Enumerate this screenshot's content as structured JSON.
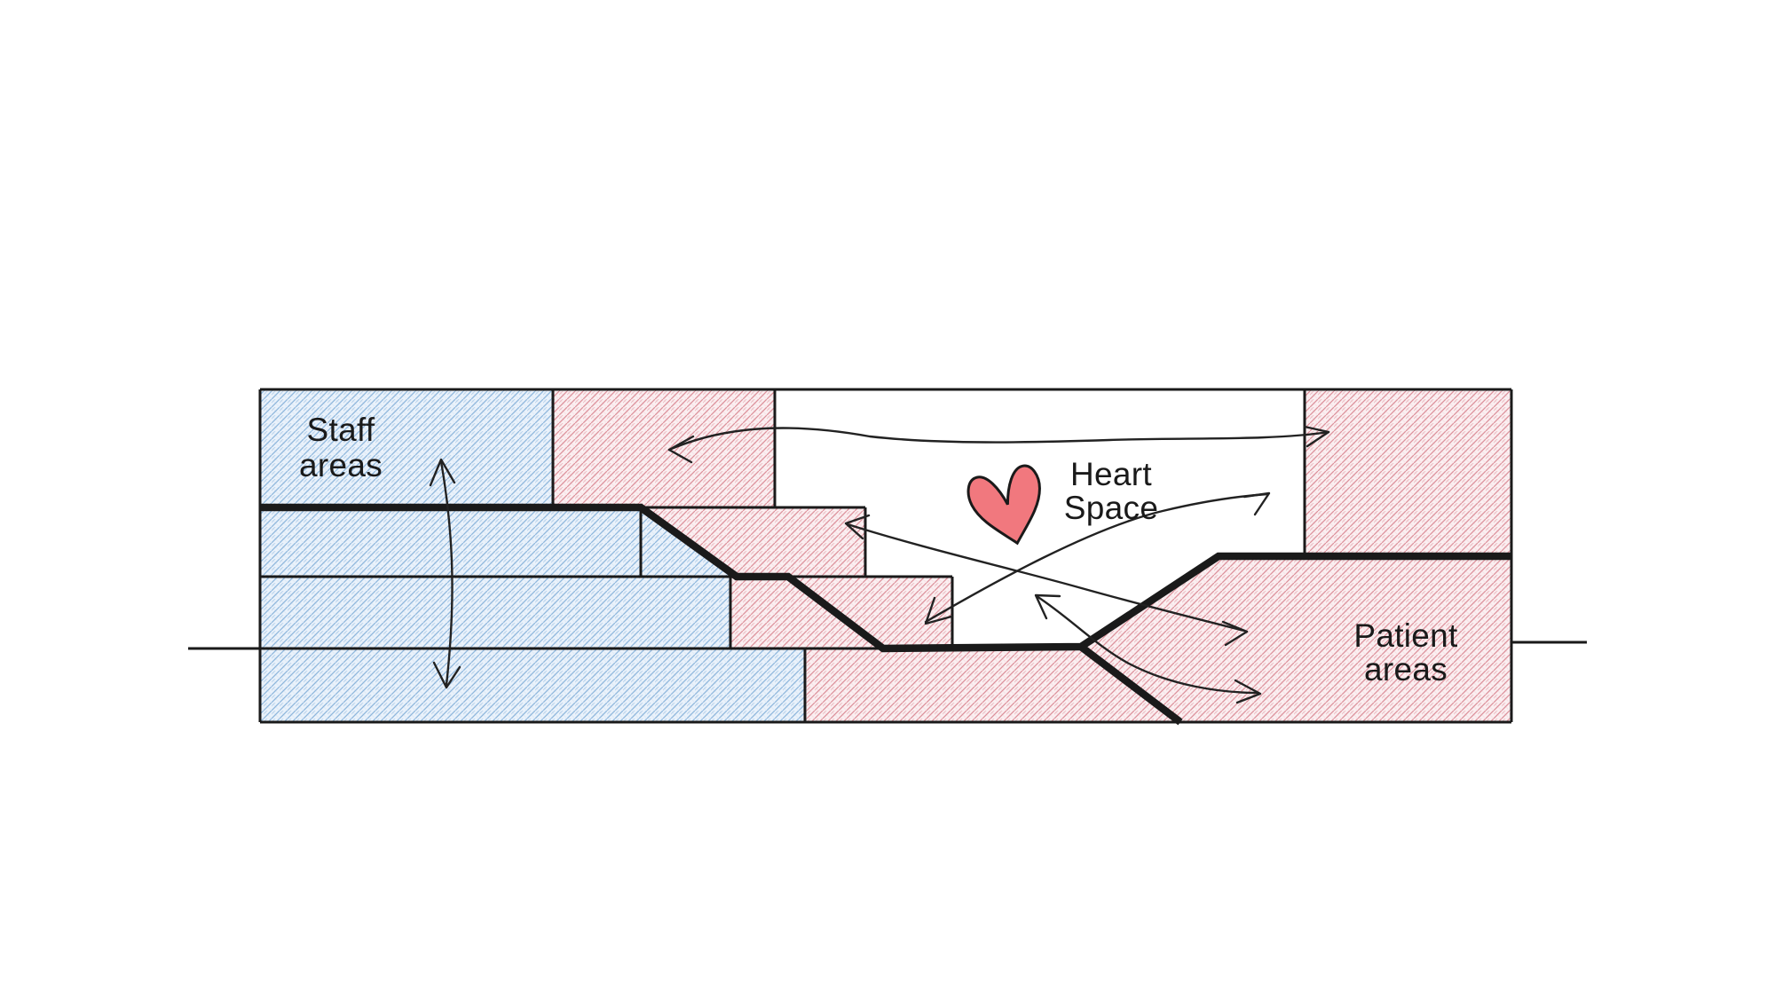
{
  "diagram": {
    "labels": {
      "staff": {
        "line1": "Staff",
        "line2": "areas"
      },
      "heart": {
        "line1": "Heart",
        "line2": "Space"
      },
      "patient": {
        "line1": "Patient",
        "line2": "areas"
      }
    },
    "icons": {
      "heart_icon": "heart-icon"
    },
    "colors": {
      "background": "#ffffff",
      "line_color": "#1a1a1a",
      "arrow_color": "#222222",
      "staff_base": "#eaf2fb",
      "staff_hatch": "#8fb7dd",
      "patient_base": "#fbeff1",
      "patient_hatch": "#dd919b",
      "heart_fill": "#f1787e",
      "heart_stroke": "#1a1a1a"
    }
  }
}
